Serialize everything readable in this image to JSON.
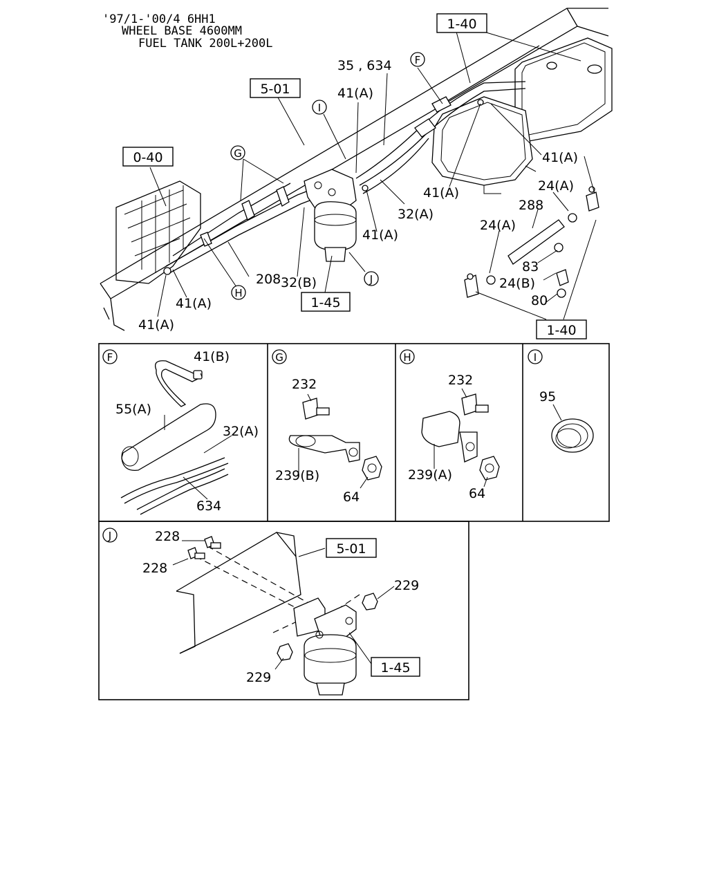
{
  "header": {
    "line1": "'97/1-'00/4 6HH1",
    "line2": "WHEEL BASE 4600MM",
    "line3": "FUEL TANK 200L+200L"
  },
  "main": {
    "refs": {
      "r140_top": "1-40",
      "r501": "5-01",
      "r040": "0-40",
      "r145": "1-45",
      "r140_bottom": "1-40"
    },
    "labels": {
      "l35_634": "35 , 634",
      "l41a_1": "41(A)",
      "l41a_2": "41(A)",
      "l41a_3": "41(A)",
      "l41a_4": "41(A)",
      "l41a_5": "41(A)",
      "l41a_6": "41(A)",
      "l32a": "32(A)",
      "l32b": "32(B)",
      "l208": "208",
      "l24a_1": "24(A)",
      "l24a_2": "24(A)",
      "l24b": "24(B)",
      "l288": "288",
      "l83": "83",
      "l80": "80"
    },
    "callouts": {
      "F": "F",
      "G1": "G",
      "H": "H",
      "I": "I",
      "J": "J"
    }
  },
  "detail_f": {
    "letter": "F",
    "l41b": "41(B)",
    "l55a": "55(A)",
    "l32a": "32(A)",
    "l634": "634"
  },
  "detail_g": {
    "letter": "G",
    "l232": "232",
    "l239b": "239(B)",
    "l64": "64"
  },
  "detail_h": {
    "letter": "H",
    "l232": "232",
    "l239a": "239(A)",
    "l64": "64"
  },
  "detail_i": {
    "letter": "I",
    "l95": "95"
  },
  "detail_j": {
    "letter": "J",
    "l228_1": "228",
    "l228_2": "228",
    "l229_1": "229",
    "l229_2": "229",
    "ref_501": "5-01",
    "ref_145": "1-45"
  }
}
